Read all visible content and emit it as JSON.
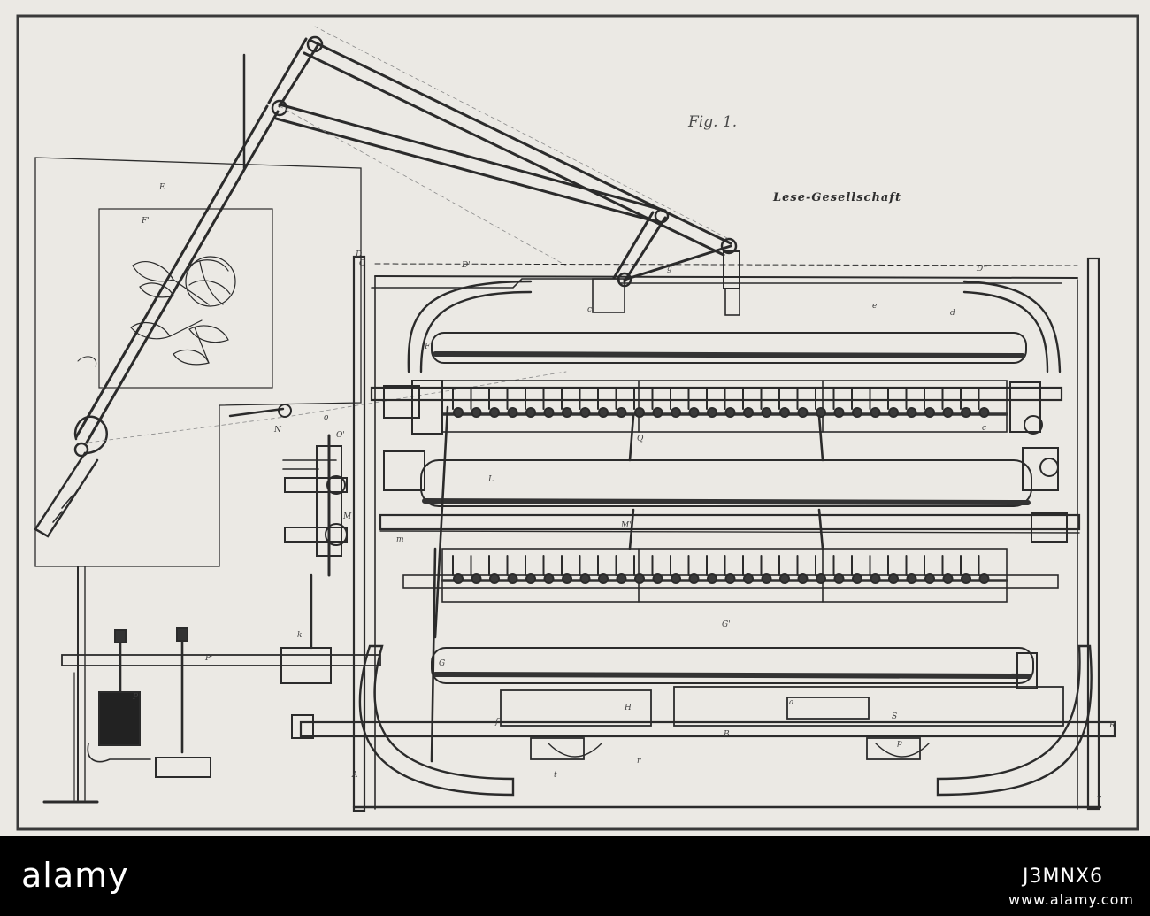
{
  "figure": {
    "fig_label": "Fig. 1.",
    "caption_label": "Lese-Gesellschaft",
    "part_letters": [
      "A",
      "B",
      "C",
      "D",
      "D'",
      "D''",
      "E",
      "F",
      "F'",
      "G",
      "G'",
      "H",
      "L",
      "M",
      "M'",
      "N",
      "O'",
      "P",
      "P'",
      "Q",
      "R",
      "S",
      "a",
      "c",
      "c'",
      "d",
      "e",
      "f",
      "g",
      "k",
      "m",
      "o",
      "p",
      "r",
      "t",
      "v"
    ]
  },
  "watermark": {
    "logo": "alamy",
    "image_id": "J3MNX6",
    "url": "www.alamy.com"
  },
  "colors": {
    "paper": "#ebe9e4",
    "ink": "#2b2b2b",
    "band": "#000000"
  }
}
